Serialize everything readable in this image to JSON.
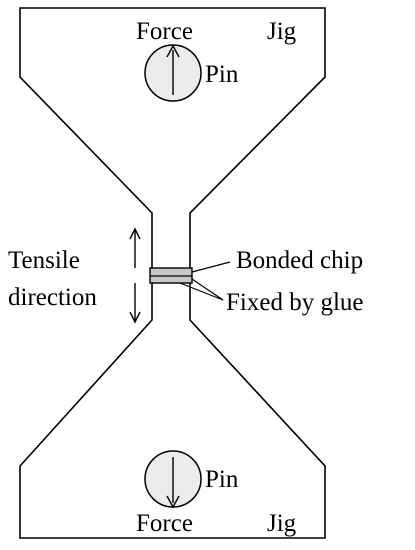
{
  "labels": {
    "force_top": "Force",
    "jig_top": "Jig",
    "pin_top": "Pin",
    "tensile_line1": "Tensile",
    "tensile_line2": "direction",
    "bonded_chip": "Bonded chip",
    "fixed_by_glue": "Fixed by glue",
    "pin_bottom": "Pin",
    "force_bottom": "Force",
    "jig_bottom": "Jig"
  },
  "colors": {
    "outline": "#000000",
    "pin_fill": "#ececec",
    "chip_fill": "#c8c8c8",
    "background": "#ffffff"
  }
}
